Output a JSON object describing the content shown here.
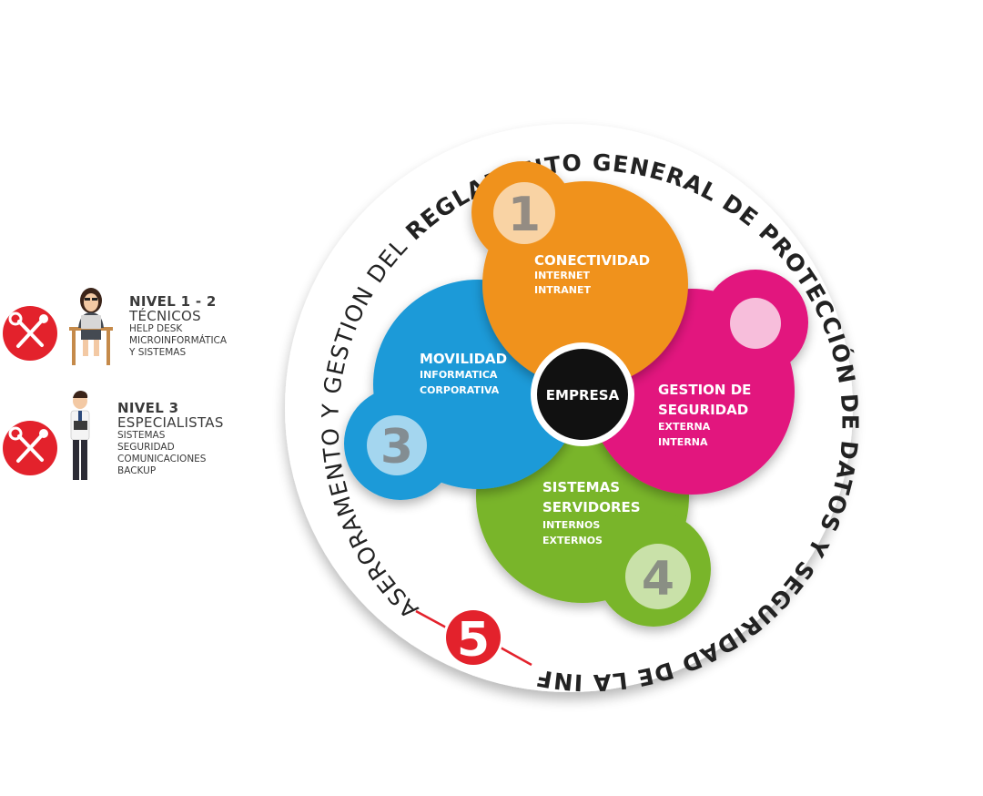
{
  "ring": {
    "text_prefix": "ASERORAMENTO Y GESTION DEL ",
    "text_bold": "REGLAMENTO GENERAL DE PROTECCIÓN DE DATOS Y SEGURIDAD DE LA INFORMACIÓN",
    "badge_number": "5"
  },
  "center": {
    "label": "EMPRESA"
  },
  "petals": [
    {
      "number": "1",
      "title": "CONECTIVIDAD",
      "items": [
        "INTERNET",
        "INTRANET"
      ],
      "color": "#f0921e"
    },
    {
      "number": "",
      "title": "GESTION DE",
      "title2": "SEGURIDAD",
      "items": [
        "EXTERNA",
        "INTERNA"
      ],
      "color": "#e2197e"
    },
    {
      "number": "3",
      "title": "MOVILIDAD",
      "items": [
        "INFORMATICA",
        "CORPORATIVA"
      ],
      "color": "#1c9ad8"
    },
    {
      "number": "4",
      "title": "SISTEMAS",
      "title2": "SERVIDORES",
      "items": [
        "INTERNOS",
        "EXTERNOS"
      ],
      "color": "#79b52a"
    }
  ],
  "levels": [
    {
      "title": "NIVEL 1 - 2",
      "subtitle": "TÉCNICOS",
      "items": [
        "HELP DESK",
        "MICROINFORMÁTICA",
        "Y SISTEMAS"
      ]
    },
    {
      "title": "NIVEL 3",
      "subtitle": "ESPECIALISTAS",
      "items": [
        "SISTEMAS",
        "SEGURIDAD",
        "COMUNICACIONES",
        "BACKUP"
      ]
    }
  ],
  "icons": [
    "tools-icon",
    "woman-technician-icon",
    "man-specialist-icon"
  ],
  "colors": {
    "red": "#e3222c",
    "ring_bg": "#ffffff",
    "center": "#111111"
  }
}
